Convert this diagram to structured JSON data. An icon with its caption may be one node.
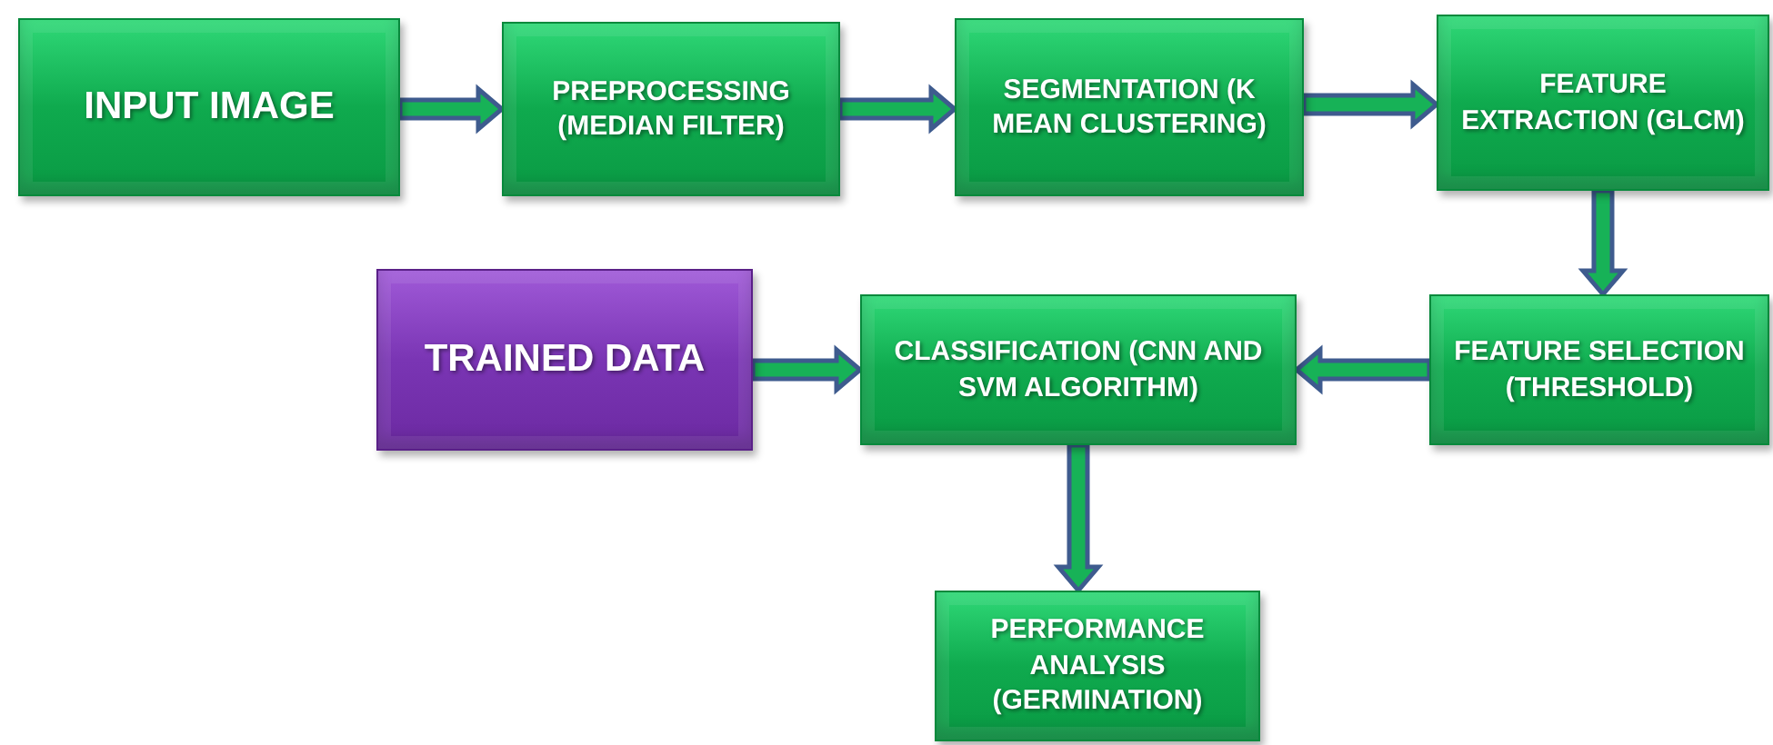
{
  "diagram": {
    "nodes": [
      {
        "text": [
          "INPUT IMAGE"
        ]
      },
      {
        "text": [
          "PREPROCESSING (MEDIAN FILTER)"
        ]
      },
      {
        "text": [
          "SEGMENTATION (K MEAN CLUSTERING)"
        ]
      },
      {
        "text": [
          "FEATURE EXTRACTION (GLCM)"
        ]
      },
      {
        "text": [
          "TRAINED DATA"
        ]
      },
      {
        "text": [
          "CLASSIFICATION (CNN AND SVM ALGORITHM)"
        ]
      },
      {
        "text": [
          "FEATURE SELECTION (THRESHOLD)"
        ]
      },
      {
        "text": [
          "PERFORMANCE ANALYSIS (GERMINATION)"
        ]
      }
    ],
    "edges": [
      {
        "from": 0,
        "to": 1,
        "arrow": "to"
      },
      {
        "from": 1,
        "to": 2,
        "arrow": "to"
      },
      {
        "from": 2,
        "to": 3,
        "arrow": "to"
      },
      {
        "from": 3,
        "to": 6,
        "arrow": "to"
      },
      {
        "from": 6,
        "to": 5,
        "arrow": "to"
      },
      {
        "from": 4,
        "to": 5,
        "arrow": "to"
      },
      {
        "from": 5,
        "to": 7,
        "arrow": "to"
      }
    ]
  }
}
